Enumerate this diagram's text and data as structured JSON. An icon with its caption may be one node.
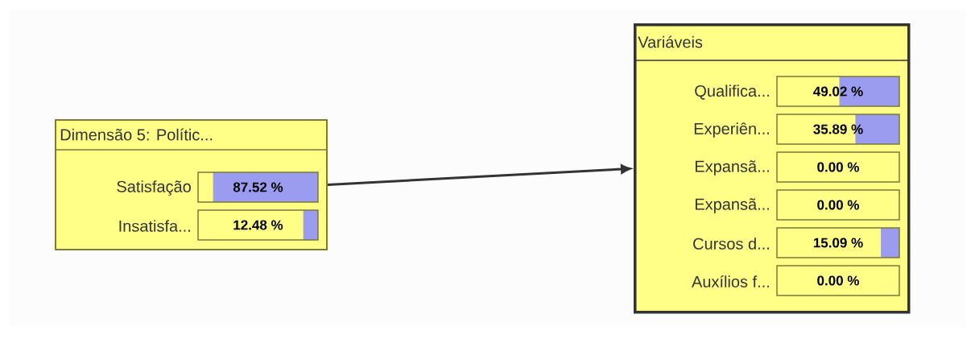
{
  "diagram": {
    "nodes": [
      {
        "text": [
          "Dimensão 5: Polític..."
        ]
      },
      {
        "text": [
          "87.52 %"
        ],
        "in": 0,
        "beside": [
          "Satisfação"
        ]
      },
      {
        "text": [
          "12.48 %"
        ],
        "in": 0,
        "beside": [
          "Insatisfa..."
        ]
      },
      {
        "text": [
          "Variáveis"
        ]
      },
      {
        "text": [
          "49.02 %"
        ],
        "in": 3,
        "beside": [
          "Qualifica..."
        ]
      },
      {
        "text": [
          "35.89 %"
        ],
        "in": 3,
        "beside": [
          "Experiên..."
        ]
      },
      {
        "text": [
          "0.00 %"
        ],
        "in": 3,
        "beside": [
          "Expansã..."
        ]
      },
      {
        "text": [
          "0.00 %"
        ],
        "in": 3,
        "beside": [
          "Expansã..."
        ]
      },
      {
        "text": [
          "15.09 %"
        ],
        "in": 3,
        "beside": [
          "Cursos d..."
        ]
      },
      {
        "text": [
          "0.00 %"
        ],
        "in": 3,
        "beside": [
          "Auxílios f..."
        ]
      }
    ],
    "edges": [
      {
        "from": 0,
        "to": 3,
        "arrow": "to"
      }
    ]
  }
}
